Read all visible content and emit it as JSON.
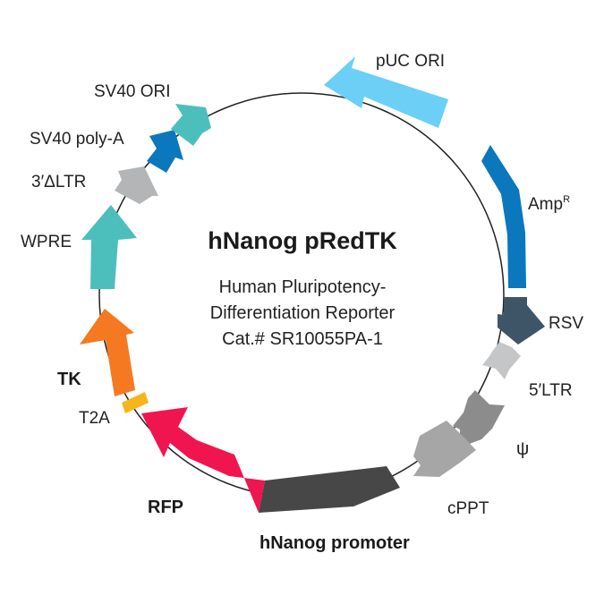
{
  "title": "hNanog pRedTK",
  "subtitle_lines": [
    "Human Pluripotency-",
    "Differentiation Reporter",
    "Cat.# SR10055PA-1"
  ],
  "features": [
    {
      "label": "pUC ORI",
      "color": "#6ccff6",
      "direction": "ccw",
      "bold": false
    },
    {
      "label": "AmpR",
      "label_main": "Amp",
      "label_sup": "R",
      "color": "#0b77bd",
      "direction": "ccw",
      "bold": false
    },
    {
      "label": "RSV",
      "color": "#3d5566",
      "direction": "cw",
      "bold": false
    },
    {
      "label": "5′LTR",
      "color": "#c4c6c8",
      "direction": "cw",
      "bold": false
    },
    {
      "label": "ψ",
      "color": "#8c8c8c",
      "direction": "cw",
      "bold": false
    },
    {
      "label": "cPPT",
      "color": "#a6a6a6",
      "direction": "cw",
      "bold": false
    },
    {
      "label": "hNanog promoter",
      "color": "#474747",
      "direction": "none",
      "bold": true
    },
    {
      "label": "RFP",
      "color": "#f0144f",
      "direction": "cw",
      "bold": true
    },
    {
      "label": "T2A",
      "color": "#f7b51c",
      "direction": "none",
      "bold": false
    },
    {
      "label": "TK",
      "color": "#f47920",
      "direction": "cw",
      "bold": true
    },
    {
      "label": "WPRE",
      "color": "#4cbfbc",
      "direction": "cw",
      "bold": false
    },
    {
      "label": "3′ΔLTR",
      "color": "#b3b5b7",
      "direction": "cw",
      "bold": false
    },
    {
      "label": "SV40 poly-A",
      "color": "#0b77bd",
      "direction": "cw",
      "bold": false
    },
    {
      "label": "SV40 ORI",
      "color": "#4cbfbc",
      "direction": "cw",
      "bold": false
    }
  ]
}
